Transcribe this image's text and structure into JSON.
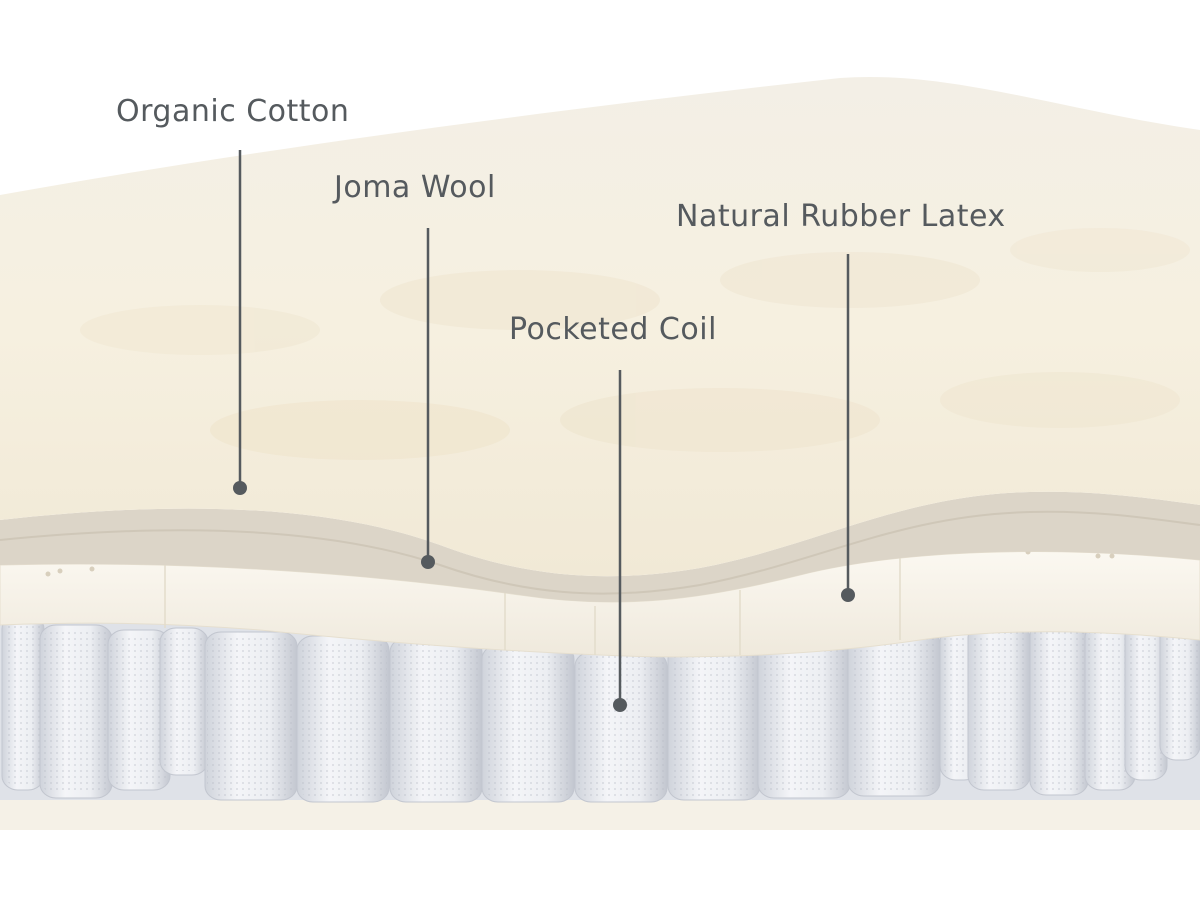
{
  "labels": {
    "organic_cotton": "Organic Cotton",
    "joma_wool": "Joma Wool",
    "natural_rubber_latex": "Natural Rubber Latex",
    "pocketed_coil": "Pocketed Coil"
  },
  "colors": {
    "cotton_top": "#f6f0e2",
    "wool_band": "#dcd5c8",
    "latex": "#f8f4ea",
    "coil_sleeve": "#eef0f4",
    "base": "#f5f1e7",
    "leader_line": "#555a5e"
  }
}
